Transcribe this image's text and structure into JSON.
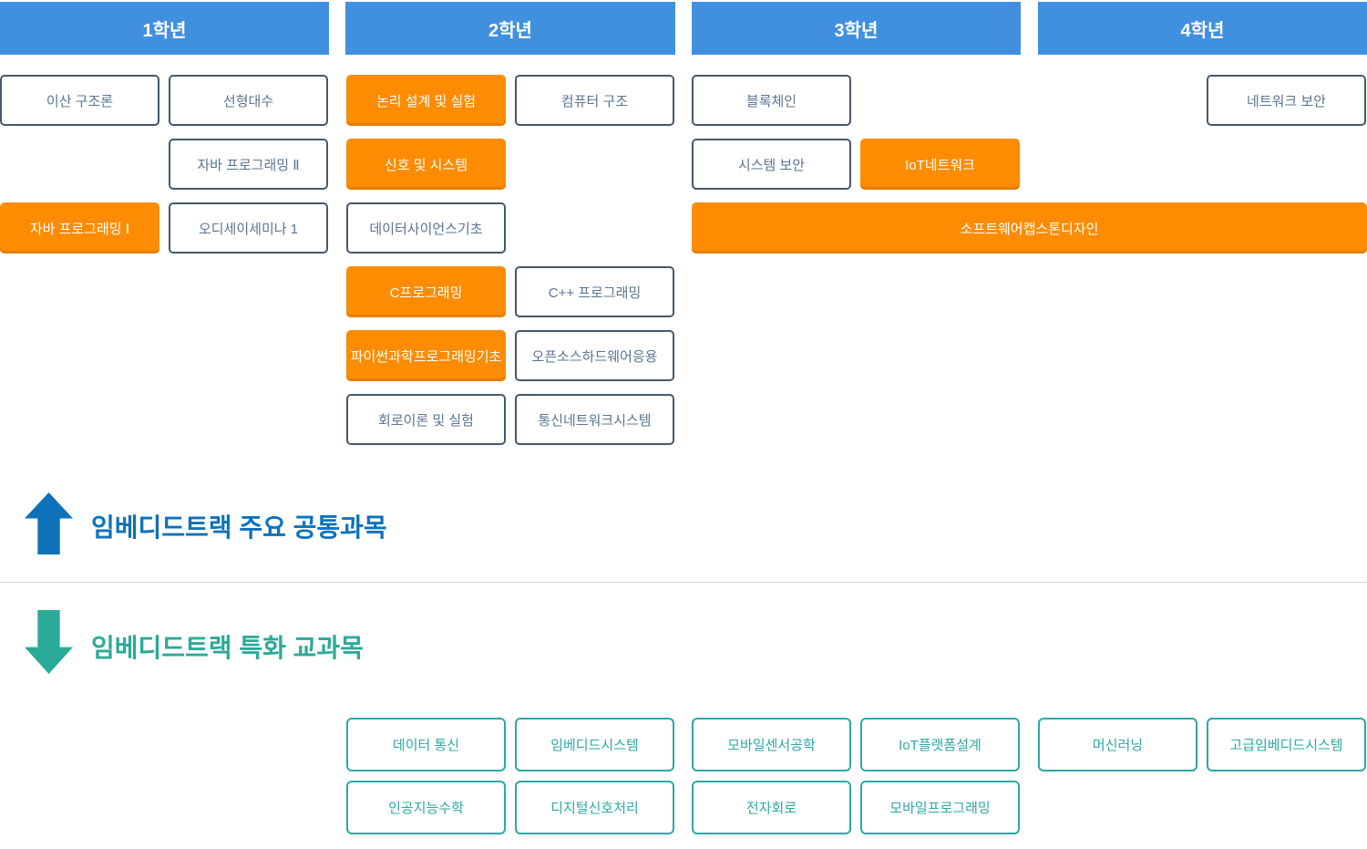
{
  "palette": {
    "header_blue": "#4190e0",
    "orange": "#fd8c03",
    "orange_dark": "#e67d00",
    "slate_border": "#45586d",
    "slate_text": "#5a7492",
    "teal": "#2baaa2",
    "blue_accent": "#0d72ba",
    "teal_accent": "#2caa98",
    "divider": "#d8d8d8"
  },
  "year_headers": [
    {
      "label": "1학년",
      "col": "h0"
    },
    {
      "label": "2학년",
      "col": "h1"
    },
    {
      "label": "3학년",
      "col": "h2"
    },
    {
      "label": "4학년",
      "col": "h3"
    }
  ],
  "common_courses": [
    {
      "label": "이산 구조론",
      "col": "g1a",
      "row": 0,
      "variant": "outline"
    },
    {
      "label": "선형대수",
      "col": "g1b",
      "row": 0,
      "variant": "outline"
    },
    {
      "label": "자바 프로그래밍 Ⅱ",
      "col": "g1b",
      "row": 1,
      "variant": "outline"
    },
    {
      "label": "자바 프로그래밍 Ⅰ",
      "col": "g1a",
      "row": 2,
      "variant": "orange"
    },
    {
      "label": "오디세이세미나 1",
      "col": "g1b",
      "row": 2,
      "variant": "outline"
    },
    {
      "label": "논리 설계 및 실험",
      "col": "g2a",
      "row": 0,
      "variant": "orange"
    },
    {
      "label": "컴퓨터 구조",
      "col": "g2b",
      "row": 0,
      "variant": "outline"
    },
    {
      "label": "신호 및 시스템",
      "col": "g2a",
      "row": 1,
      "variant": "orange"
    },
    {
      "label": "데이터사이언스기초",
      "col": "g2a",
      "row": 2,
      "variant": "outline"
    },
    {
      "label": "C프로그래밍",
      "col": "g2a",
      "row": 3,
      "variant": "orange"
    },
    {
      "label": "C++ 프로그래밍",
      "col": "g2b",
      "row": 3,
      "variant": "outline"
    },
    {
      "label": "파이썬과학프로그래밍기초",
      "col": "g2a",
      "row": 4,
      "variant": "orange"
    },
    {
      "label": "오픈소스하드웨어응용",
      "col": "g2b",
      "row": 4,
      "variant": "outline"
    },
    {
      "label": "회로이론 및 실험",
      "col": "g2a",
      "row": 5,
      "variant": "outline"
    },
    {
      "label": "통신네트워크시스템",
      "col": "g2b",
      "row": 5,
      "variant": "outline"
    },
    {
      "label": "블록체인",
      "col": "g3a",
      "row": 0,
      "variant": "outline"
    },
    {
      "label": "시스템 보안",
      "col": "g3a",
      "row": 1,
      "variant": "outline"
    },
    {
      "label": "IoT네트워크",
      "col": "g3b",
      "row": 1,
      "variant": "orange"
    },
    {
      "label": "소프트웨어캡스톤디자인",
      "col": "g3a",
      "row": 2,
      "variant": "orange",
      "span": "wide"
    },
    {
      "label": "네트워크 보안",
      "col": "g4b",
      "row": 0,
      "variant": "outline"
    }
  ],
  "legend": {
    "up_label": "임베디드트랙 주요 공통과목",
    "down_label": "임베디드트랙 특화 교과목"
  },
  "special_courses": [
    {
      "label": "데이터 통신",
      "col": "g2a",
      "row": 0
    },
    {
      "label": "임베디드시스템",
      "col": "g2b",
      "row": 0
    },
    {
      "label": "모바일센서공학",
      "col": "g3a",
      "row": 0
    },
    {
      "label": "IoT플랫폼설계",
      "col": "g3b",
      "row": 0
    },
    {
      "label": "머신러닝",
      "col": "g4a",
      "row": 0
    },
    {
      "label": "고급임베디드시스템",
      "col": "g4b",
      "row": 0
    },
    {
      "label": "인공지능수학",
      "col": "g2a",
      "row": 1
    },
    {
      "label": "디지털신호처리",
      "col": "g2b",
      "row": 1
    },
    {
      "label": "전자회로",
      "col": "g3a",
      "row": 1
    },
    {
      "label": "모바일프로그래밍",
      "col": "g3b",
      "row": 1
    }
  ]
}
